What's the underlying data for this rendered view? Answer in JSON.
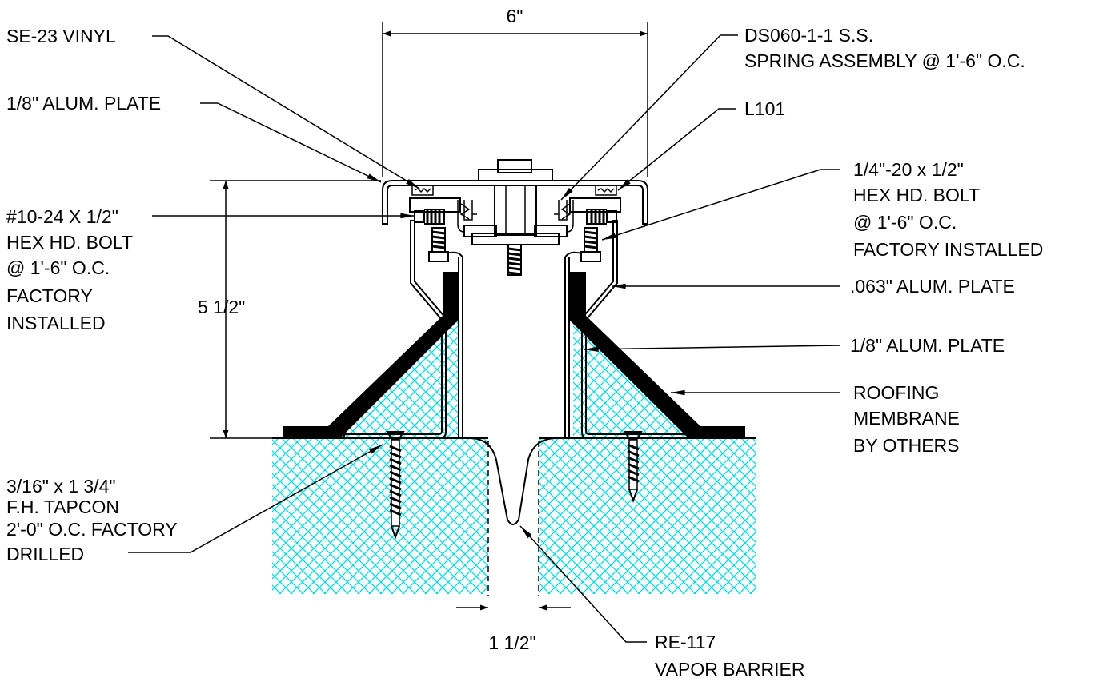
{
  "colors": {
    "hatch": "#00d8e0",
    "membrane": "#000000",
    "line": "#000000"
  },
  "labels": {
    "dim_width": "6\"",
    "dim_height": "5 1/2\"",
    "dim_gap": "1 1/2\"",
    "se23": "SE-23 VINYL",
    "alum_plate_left": "1/8\" ALUM. PLATE",
    "bolt_left": [
      "#10-24 X 1/2\"",
      "HEX HD. BOLT",
      "@ 1'-6\" O.C.",
      "FACTORY",
      "INSTALLED"
    ],
    "tapcon": [
      "3/16\" x 1 3/4\"",
      "F.H. TAPCON",
      "2'-0\" O.C. FACTORY",
      "DRILLED"
    ],
    "ds060": [
      "DS060-1-1 S.S.",
      "SPRING ASSEMBLY @ 1'-6\" O.C."
    ],
    "l101": "L101",
    "bolt_right": [
      "1/4\"-20 x 1/2\"",
      "HEX HD. BOLT",
      "@ 1'-6\" O.C.",
      "FACTORY INSTALLED"
    ],
    "alum_063": ".063\" ALUM. PLATE",
    "alum_plate_right": "1/8\" ALUM. PLATE",
    "membrane": [
      "ROOFING",
      "MEMBRANE",
      "BY OTHERS"
    ],
    "re117": [
      "RE-117",
      "VAPOR BARRIER"
    ]
  }
}
